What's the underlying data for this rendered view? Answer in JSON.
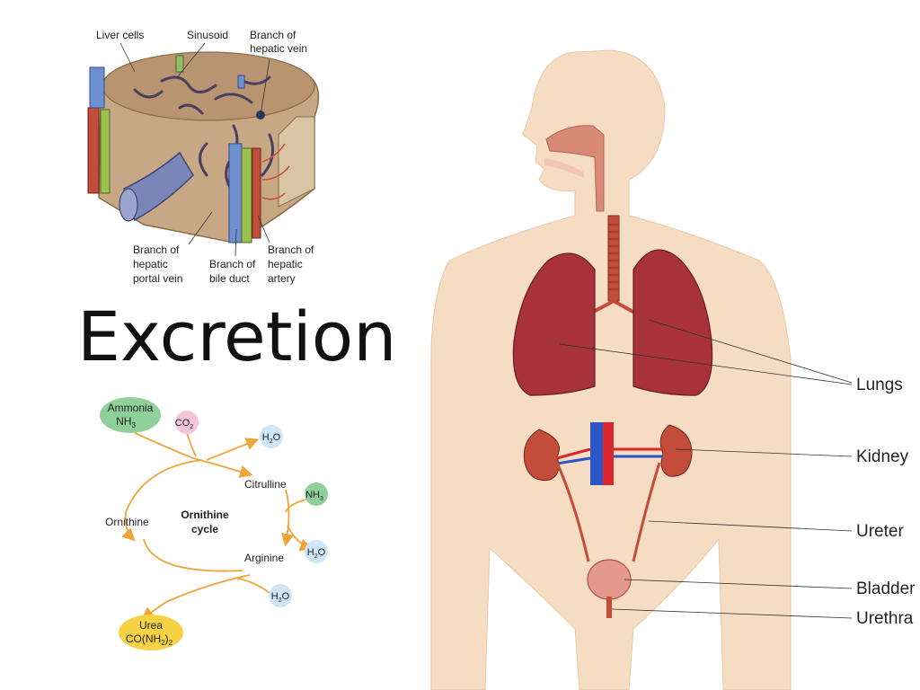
{
  "title": "Excretion",
  "liver_diagram": {
    "labels": {
      "liver_cells": "Liver cells",
      "sinusoid": "Sinusoid",
      "hepatic_vein": [
        "Branch of",
        "hepatic vein"
      ],
      "portal_vein": [
        "Branch of",
        "hepatic",
        "portal vein"
      ],
      "bile_duct": [
        "Branch of",
        "bile duct"
      ],
      "hepatic_artery": [
        "Branch of",
        "hepatic",
        "artery"
      ]
    }
  },
  "ornithine_cycle": {
    "center": [
      "Ornithine",
      "cycle"
    ],
    "stages": {
      "citrulline": "Citrulline",
      "arginine": "Arginine",
      "ornithine": "Ornithine"
    },
    "ammonia": {
      "name": "Ammonia",
      "formula": "NH",
      "sub": "3"
    },
    "co2": {
      "formula": "CO",
      "sub": "2"
    },
    "nh3": {
      "formula": "NH",
      "sub": "3"
    },
    "h2o": {
      "formula": "H",
      "sub": "2",
      "tail": "O"
    },
    "urea": {
      "name": "Urea",
      "formula_a": "CO(NH",
      "sub": "2",
      "formula_b": ")",
      "sub2": "2"
    }
  },
  "body_diagram": {
    "labels": {
      "lungs": "Lungs",
      "kidney": "Kidney",
      "ureter": "Ureter",
      "bladder": "Bladder",
      "urethra": "Urethra"
    }
  },
  "colors": {
    "skin": "#f6dcc3",
    "organ_red": "#a8323a",
    "arrow_orange": "#f0a43a",
    "ammonia_green": "#8fcf9a",
    "co2_pink": "#f7c5d8",
    "water_blue": "#cfe6f7",
    "urea_yellow": "#f6d344"
  }
}
